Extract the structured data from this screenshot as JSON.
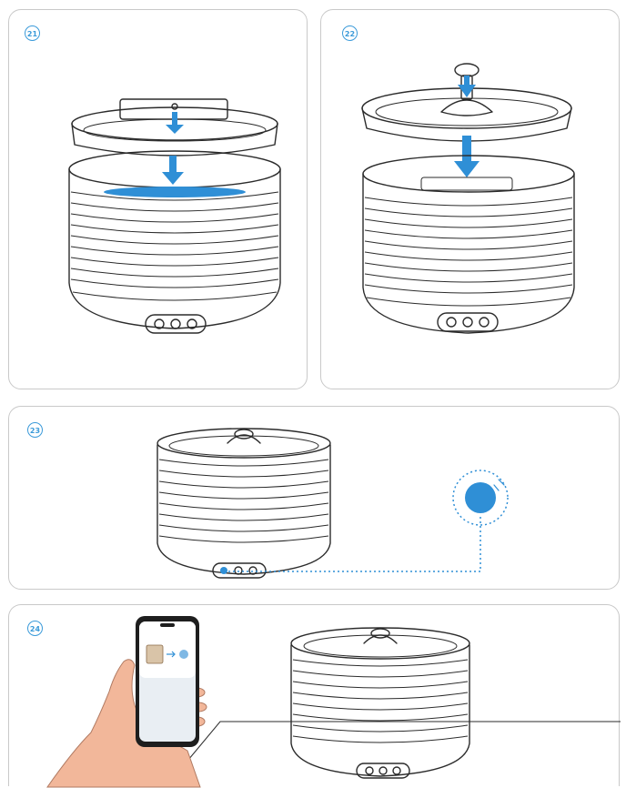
{
  "steps": [
    {
      "id": "step-1",
      "badge": "21"
    },
    {
      "id": "step-2",
      "badge": "22"
    },
    {
      "id": "step-3",
      "badge": "23"
    },
    {
      "id": "step-4",
      "badge": "24"
    }
  ],
  "colors": {
    "accent": "#2f8fd6",
    "outline": "#2b2b2b",
    "panel_border": "#c9c9c9",
    "skin": "#f2b79a",
    "phone_screen": "#e9eef3"
  },
  "icons": {
    "arrow": "down-arrow-icon",
    "button": "power-button-icon",
    "phone": "smartphone-icon",
    "hand": "hand-icon"
  }
}
